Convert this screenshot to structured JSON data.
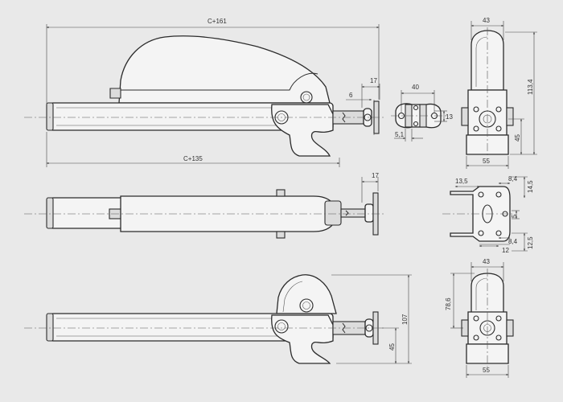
{
  "dimensions": {
    "top_side": {
      "overall_top": "C+161",
      "overall_bottom": "C+135",
      "d17": "17",
      "d6": "6"
    },
    "bracket_top": {
      "d40": "40",
      "d13": "13",
      "d5_1": "5,1"
    },
    "end_top": {
      "d43": "43",
      "d113_4": "113,4",
      "d45": "45",
      "d55": "55"
    },
    "plan_view": {
      "d17": "17"
    },
    "bracket_detail": {
      "d13_5": "13,5",
      "d8_4_top": "8,4",
      "d14_5": "14,5",
      "d5": "5",
      "d8_4_bottom": "8,4",
      "d12": "12",
      "d12_5": "12,5"
    },
    "bottom_side": {
      "d107": "107",
      "d45": "45"
    },
    "end_bottom": {
      "d43": "43",
      "d78_6": "78,6",
      "d55": "55"
    }
  }
}
